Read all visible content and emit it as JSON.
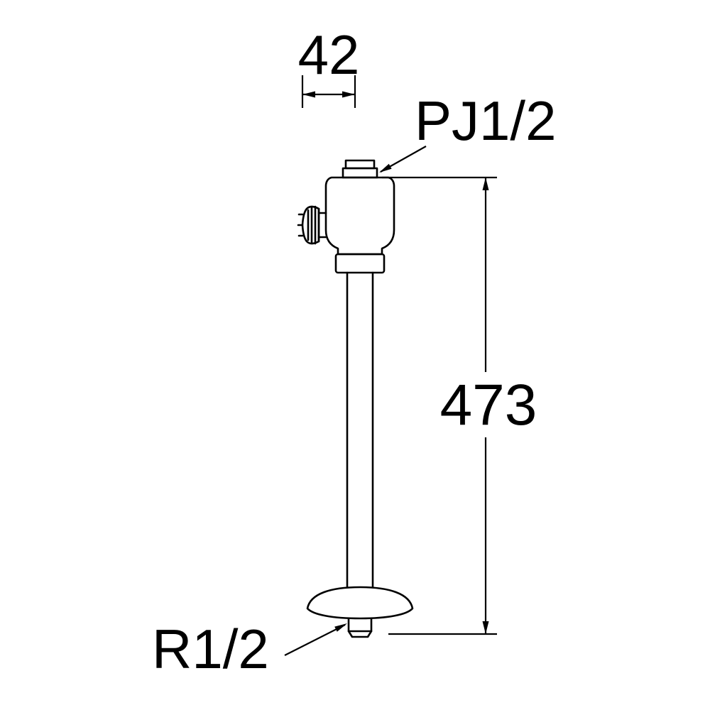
{
  "page": {
    "background": "#ffffff",
    "line_color": "#000000"
  },
  "drawing": {
    "type": "technical-dimension-drawing",
    "subject": "straight stop valve with pipe, escutcheon and threaded ends",
    "labels": {
      "dim_top_width": "42",
      "thread_top": "PJ1/2",
      "dim_height": "473",
      "thread_bottom": "R1/2"
    }
  }
}
